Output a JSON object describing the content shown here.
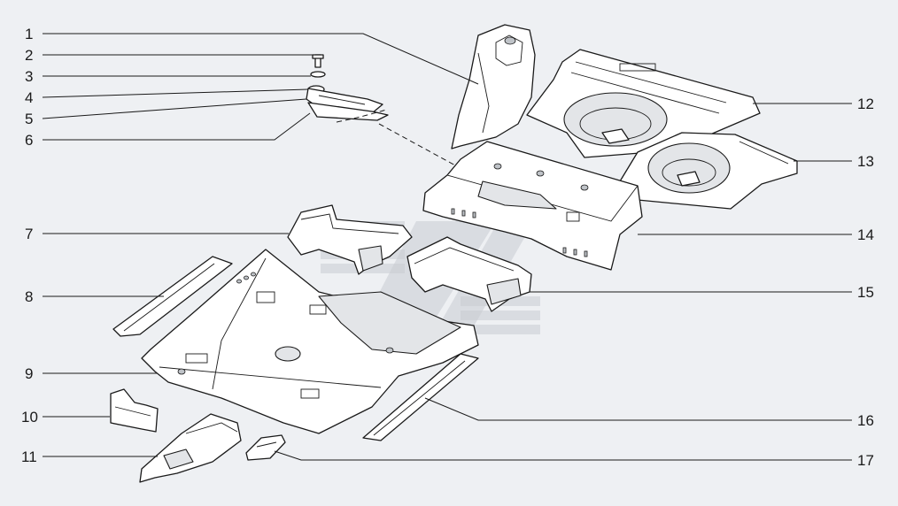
{
  "diagram": {
    "type": "exploded-parts-diagram",
    "subject": "floor-pan-assembly",
    "colors": {
      "line": "#1a1a1a",
      "background": "#eef0f3",
      "watermark": "#c9ccd1"
    }
  },
  "callouts": [
    {
      "id": "c1",
      "label": "1"
    },
    {
      "id": "c2",
      "label": "2"
    },
    {
      "id": "c3",
      "label": "3"
    },
    {
      "id": "c4",
      "label": "4"
    },
    {
      "id": "c5",
      "label": "5"
    },
    {
      "id": "c6",
      "label": "6"
    },
    {
      "id": "c7",
      "label": "7"
    },
    {
      "id": "c8",
      "label": "8"
    },
    {
      "id": "c9",
      "label": "9"
    },
    {
      "id": "c10",
      "label": "10"
    },
    {
      "id": "c11",
      "label": "11"
    },
    {
      "id": "c12",
      "label": "12"
    },
    {
      "id": "c13",
      "label": "13"
    },
    {
      "id": "c14",
      "label": "14"
    },
    {
      "id": "c15",
      "label": "15"
    },
    {
      "id": "c16",
      "label": "16"
    },
    {
      "id": "c17",
      "label": "17"
    }
  ]
}
